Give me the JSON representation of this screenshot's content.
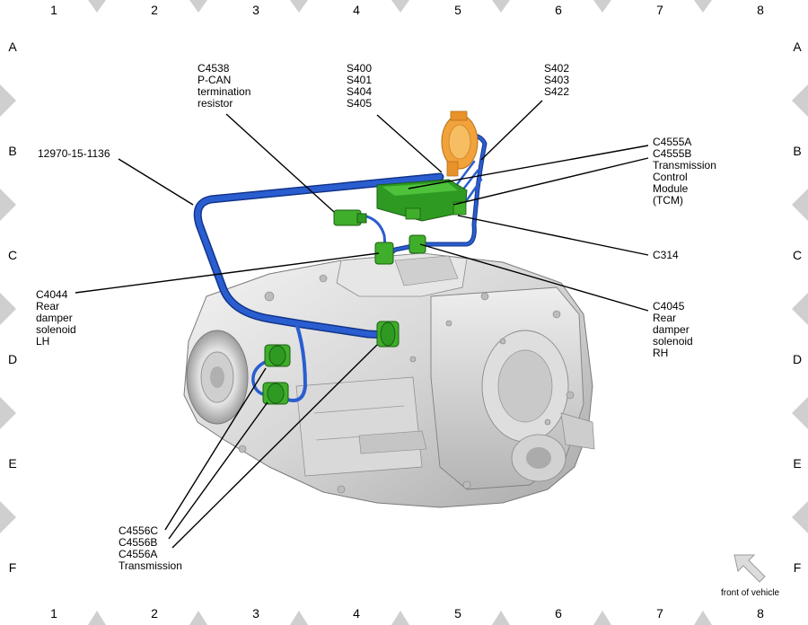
{
  "grid": {
    "columns": [
      "1",
      "2",
      "3",
      "4",
      "5",
      "6",
      "7",
      "8"
    ],
    "rows": [
      "A",
      "B",
      "C",
      "D",
      "E",
      "F"
    ]
  },
  "callouts": {
    "part_number": "12970-15-1136",
    "c4538": "C4538\nP-CAN\ntermination\nresistor",
    "s400": "S400\nS401\nS404\nS405",
    "s402": "S402\nS403\nS422",
    "tcm": "C4555A\nC4555B\nTransmission\nControl\nModule\n(TCM)",
    "c314": "C314",
    "c4044": "C4044\nRear\ndamper\nsolenoid\nLH",
    "c4045": "C4045\nRear\ndamper\nsolenoid\nRH",
    "c4556": "C4556C\nC4556B\nC4556A\nTransmission"
  },
  "orientation": {
    "label": "front of vehicle",
    "icon": "front-arrow-icon"
  },
  "colors": {
    "harness": "#1f4fbf",
    "connector": "#3fae2a",
    "module": "#2e9a22",
    "resistor_orange": "#f2a23a",
    "transmission": "#d8d8d8",
    "marker": "#cfcfcf"
  }
}
